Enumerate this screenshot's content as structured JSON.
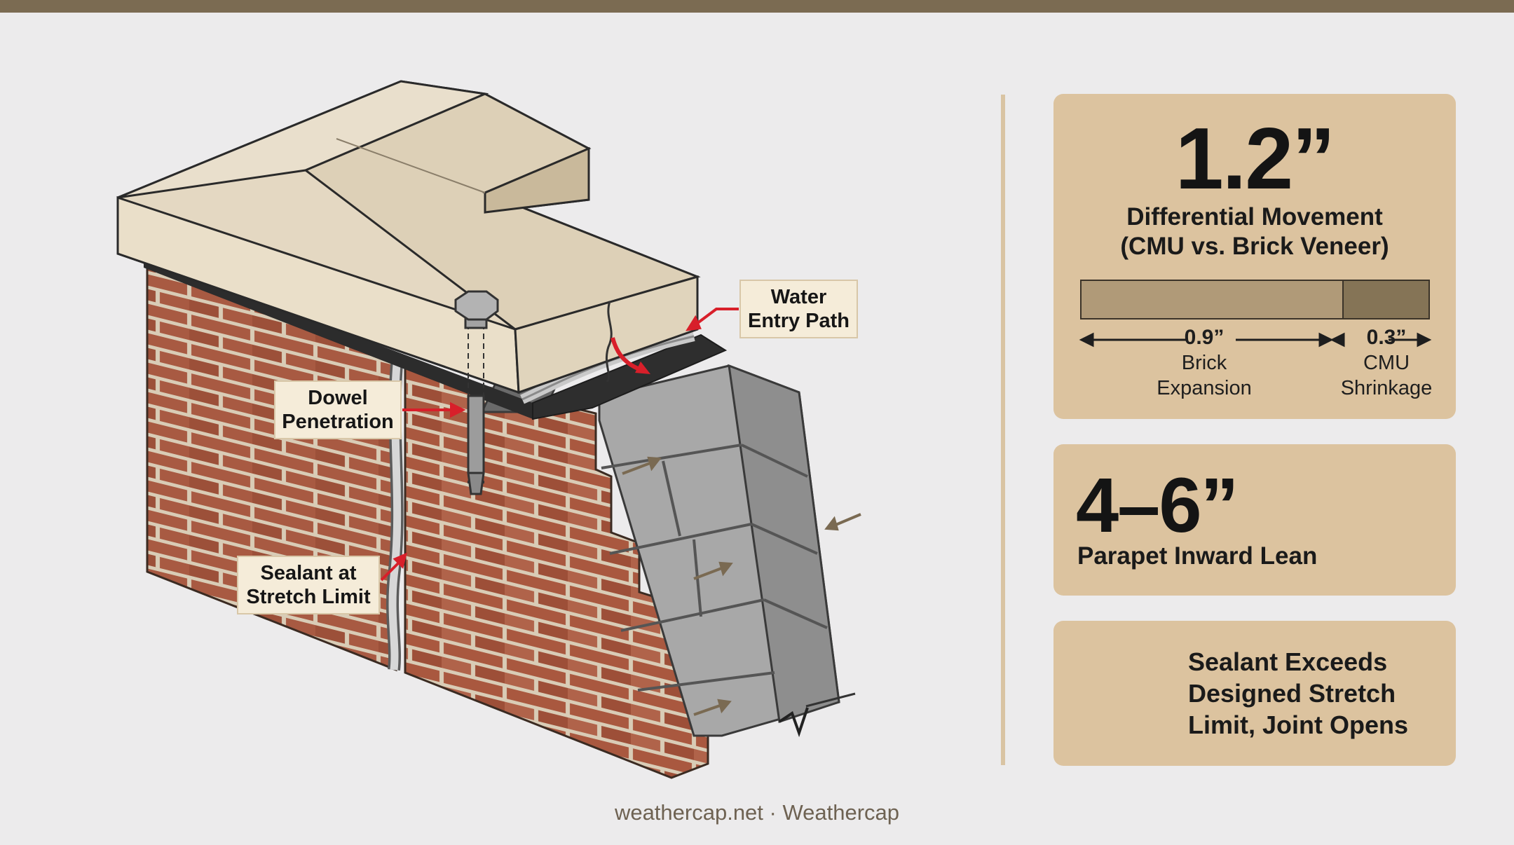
{
  "callouts": {
    "water_entry": "Water\nEntry Path",
    "dowel": "Dowel\nPenetration",
    "sealant": "Sealant at\nStretch Limit"
  },
  "stat_movement": {
    "value": "1.2”",
    "label": "Differential Movement\n(CMU vs. Brick Veneer)",
    "brick_value": "0.9”",
    "brick_label": "Brick\nExpansion",
    "cmu_value": "0.3”",
    "cmu_label": "CMU\nShrinkage",
    "brick_fraction": 0.75,
    "cmu_fraction": 0.25
  },
  "stat_lean": {
    "value": "4–6”",
    "label": "Parapet Inward Lean"
  },
  "stat_sealant": {
    "label": "Sealant Exceeds\nDesigned Stretch\nLimit, Joint Opens"
  },
  "footer": "weathercap.net · Weathercap",
  "colors": {
    "top_bar": "#7b6b52",
    "card": "#dcc39f",
    "brick": "#a85a42",
    "mortar": "#d9ccb6",
    "cmu": "#a6a6a6",
    "cap": "#e5dac4",
    "alert_red": "#d81f2a"
  }
}
